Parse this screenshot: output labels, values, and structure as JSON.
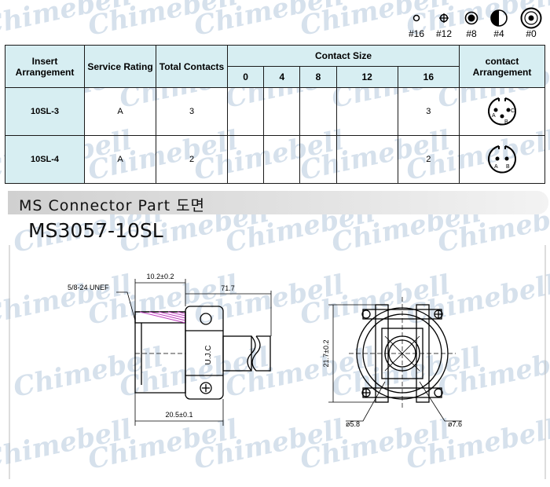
{
  "legend": [
    {
      "label": "#16",
      "icon": "small-dot-icon"
    },
    {
      "label": "#12",
      "icon": "crossed-circle-icon"
    },
    {
      "label": "#8",
      "icon": "ringed-dot-icon"
    },
    {
      "label": "#4",
      "icon": "half-filled-circle-icon"
    },
    {
      "label": "#0",
      "icon": "large-ring-icon"
    }
  ],
  "table": {
    "headers": {
      "insert": "Insert Arrangement",
      "service": "Service Rating",
      "total": "Total Contacts",
      "contact_size": "Contact Size",
      "contact_arr": "contact Arrangement",
      "sizes": [
        "0",
        "4",
        "8",
        "12",
        "16"
      ]
    },
    "rows": [
      {
        "insert": "10SL-3",
        "service": "A",
        "total": "3",
        "sizes": [
          "",
          "",
          "",
          "",
          "3"
        ],
        "pins": [
          "A",
          "C",
          "B"
        ]
      },
      {
        "insert": "10SL-4",
        "service": "A",
        "total": "2",
        "sizes": [
          "",
          "",
          "",
          "",
          "2"
        ],
        "pins": [
          "A",
          "B"
        ]
      }
    ],
    "header_color": "#d7eef2"
  },
  "section_title": "MS Connector Part 도면",
  "part_number": "MS3057-10SL",
  "drawing": {
    "dims": {
      "thread": "5/8-24 UNEF",
      "d1": "10.2±0.2",
      "d2": "71.7",
      "d3": "20.5±0.1",
      "d4": "21.7±0.2",
      "d5": "ø5.8",
      "d6": "ø7.6",
      "clamp_text": "U.J.C"
    }
  },
  "watermark": "Chimebell"
}
